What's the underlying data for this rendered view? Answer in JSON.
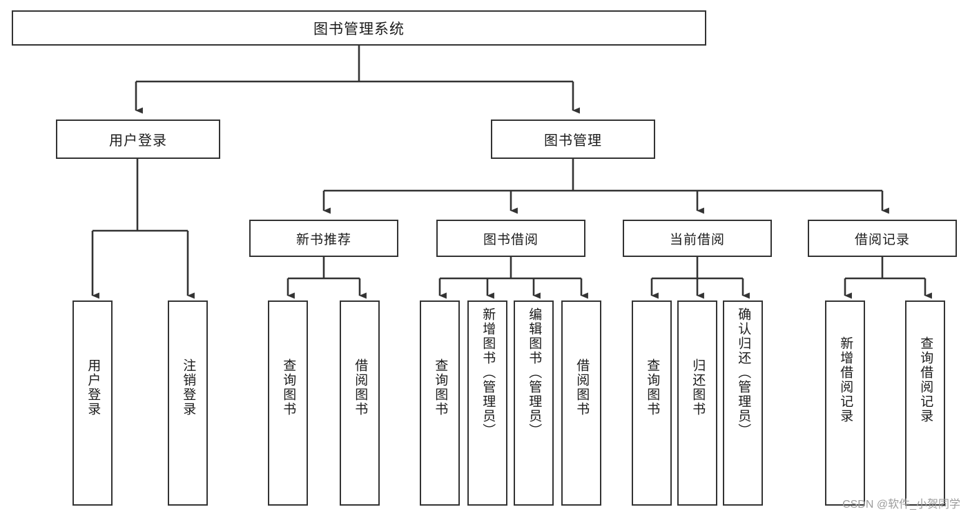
{
  "diagram": {
    "title": "图书管理系统",
    "type": "tree",
    "watermark": "CSDN @软件_小贺同学",
    "colors": {
      "border": "#333333",
      "fill": "#ffffff",
      "text": "#1b1b1b",
      "connector": "#333333",
      "watermark": "#9c9c9c"
    },
    "root": {
      "label": "图书管理系统"
    },
    "level1": [
      {
        "label": "用户登录"
      },
      {
        "label": "图书管理"
      }
    ],
    "level2": [
      {
        "label": "新书推荐"
      },
      {
        "label": "图书借阅"
      },
      {
        "label": "当前借阅"
      },
      {
        "label": "借阅记录"
      }
    ],
    "leaves": {
      "user_login": [
        {
          "label": "用户登录"
        },
        {
          "label": "注销登录"
        }
      ],
      "new_book": [
        {
          "label": "查询图书"
        },
        {
          "label": "借阅图书"
        }
      ],
      "book_borrow": [
        {
          "label": "查询图书"
        },
        {
          "label": "新增图书（管理员）"
        },
        {
          "label": "编辑图书（管理员）"
        },
        {
          "label": "借阅图书"
        }
      ],
      "current_borrow": [
        {
          "label": "查询图书"
        },
        {
          "label": "归还图书"
        },
        {
          "label": "确认归还（管理员）"
        }
      ],
      "borrow_record": [
        {
          "label": "新增借阅记录"
        },
        {
          "label": "查询借阅记录"
        }
      ]
    }
  }
}
